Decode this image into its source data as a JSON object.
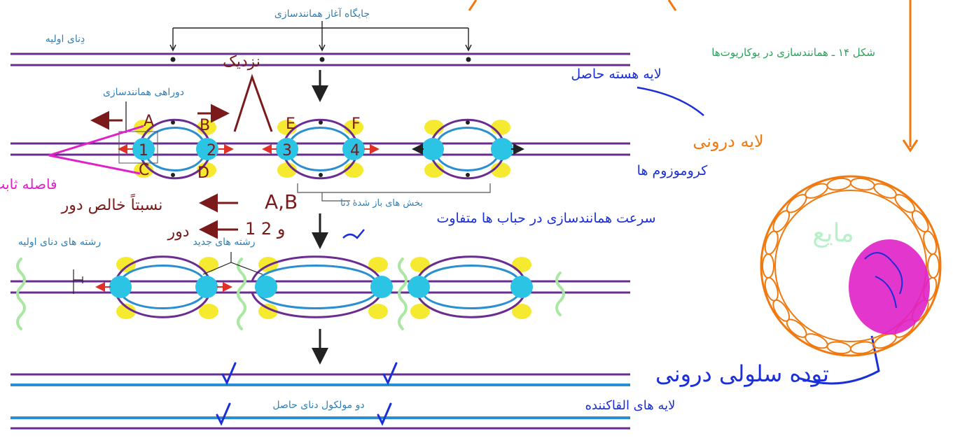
{
  "labels": {
    "replication_origin": "جایگاه آغاز همانندسازی",
    "parent_dna": "دِنای اولیه",
    "replication_fork": "دوراهی همانندسازی",
    "opened_parts": "بخش های باز شدهٔ دنا",
    "parent_strands": "رشته های دنای اولیه",
    "new_strands": "رشته های جدید",
    "two_molecules": "دو مولکول دنای حاصل",
    "figure_caption": "شکل ۱۴ ـ همانندسازی در یوکاریوت‌ها"
  },
  "annotations": {
    "fork_letters": [
      "A",
      "B",
      "C",
      "D",
      "E",
      "F"
    ],
    "fork_numbers": [
      "1",
      "2",
      "3",
      "4"
    ],
    "hw_nazdik": "نزدیک",
    "hw_faseleh_sabet": "فاصله ثابت",
    "hw_ab": "A,B",
    "hw_12": "1 و 2",
    "hw_line1": "نسبتاً خالص دور",
    "hw_line2": "دور",
    "hw_speed": "سرعت همانندسازی در حباب ها متفاوت",
    "hw_nucleus": "لایه هسته حاصل",
    "hw_inner_layer": "لایه درونی",
    "hw_chromosome": "کروموزوم ها",
    "hw_cell_membrane": "توده سلولی درونی",
    "hw_layers_bottom": "لایه های القاکننده",
    "hw_liquid": "مایع"
  },
  "colors": {
    "strand_purple": "#6a2c91",
    "new_strand_blue": "#2a8fd0",
    "enzyme_cyan": "#2bc4e4",
    "highlight_yellow": "#f4e81a",
    "primer_red": "#e0302a",
    "label_blue": "#2f7fb5",
    "caption_green": "#2aa35a",
    "ink_maroon": "#7a1a1a",
    "ink_magenta": "#e020c8",
    "ink_blue": "#1a2fd8",
    "ink_orange": "#f07a10",
    "ink_green": "#3ab34a",
    "fluid_green": "#b8f0c8",
    "squiggle_green": "#a8e8a0"
  }
}
